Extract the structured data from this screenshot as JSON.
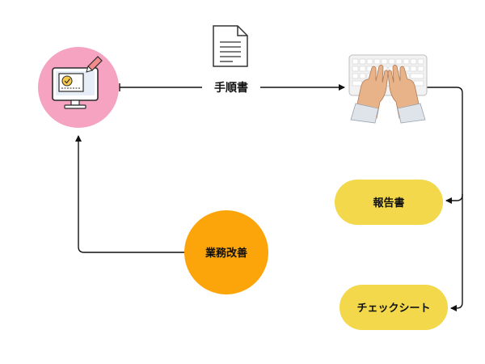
{
  "diagram": {
    "top_arrow_label": "手順書",
    "nodes": {
      "report": {
        "label": "報告書"
      },
      "checksheet": {
        "label": "チェックシート"
      },
      "improvement": {
        "label": "業務改善"
      }
    },
    "icons": {
      "document": "document-icon",
      "computer": "computer-checklist-icon",
      "keyboard": "hands-typing-keyboard-icon"
    }
  },
  "colors": {
    "pink_circle": "#f5a3c0",
    "yellow_pill": "#f2d84a",
    "orange_circle": "#fca50a",
    "connector": "#111111"
  }
}
